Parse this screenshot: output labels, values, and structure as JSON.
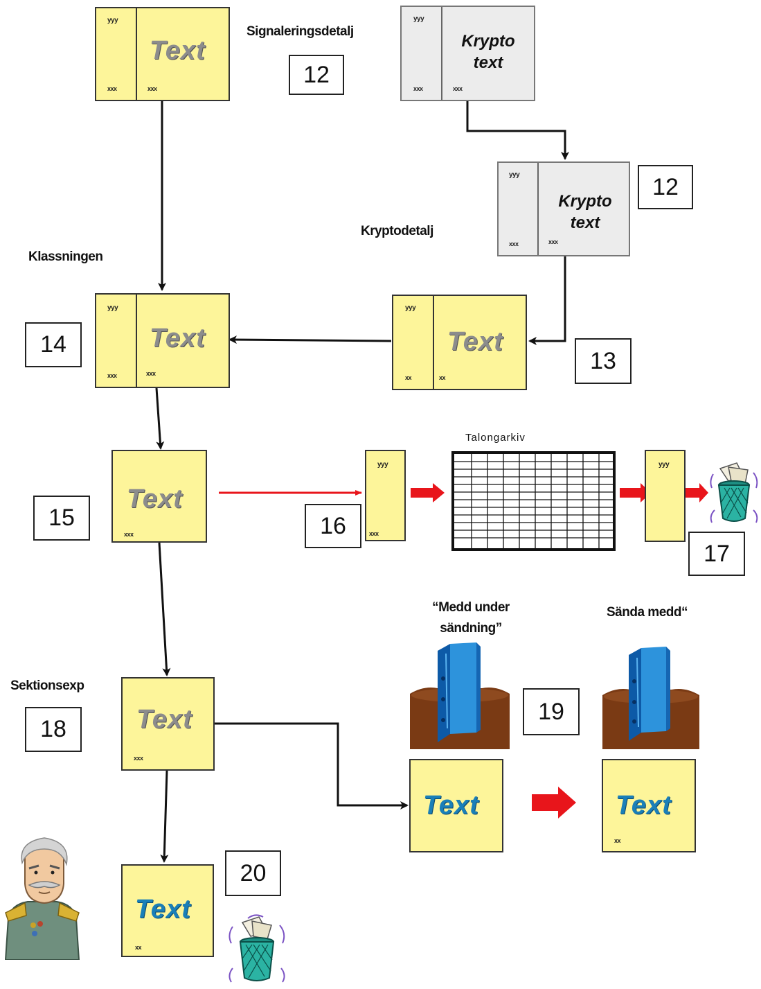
{
  "labels": {
    "signal": "Signaleringsdetalj",
    "krypto": "Kryptodetalj",
    "klass": "Klassningen",
    "talong": "Talongarkiv",
    "medd_under_1": "“Medd under",
    "medd_under_2": "sändning”",
    "sanda": "Sända medd“",
    "sektion": "Sektionsexp"
  },
  "numbers": {
    "n12a": "12",
    "n12b": "12",
    "n13": "13",
    "n14": "14",
    "n15": "15",
    "n16": "16",
    "n17": "17",
    "n18": "18",
    "n19": "19",
    "n20": "20"
  },
  "cards": {
    "text": "Text",
    "krypto1": "Krypto",
    "krypto2": "text",
    "yyy": "yyy",
    "xxx": "xxx",
    "xx": "xx"
  },
  "colors": {
    "note_yellow": "#fdf59a",
    "crypto_grey": "#ececec",
    "arrow_black": "#111111",
    "arrow_red": "#e8151b",
    "text_blue": "#1a7fb8",
    "text_grey": "#8c8c8c"
  },
  "icons": [
    "wastebasket-icon",
    "binder-icon",
    "officer-icon",
    "archive-grid-icon"
  ]
}
